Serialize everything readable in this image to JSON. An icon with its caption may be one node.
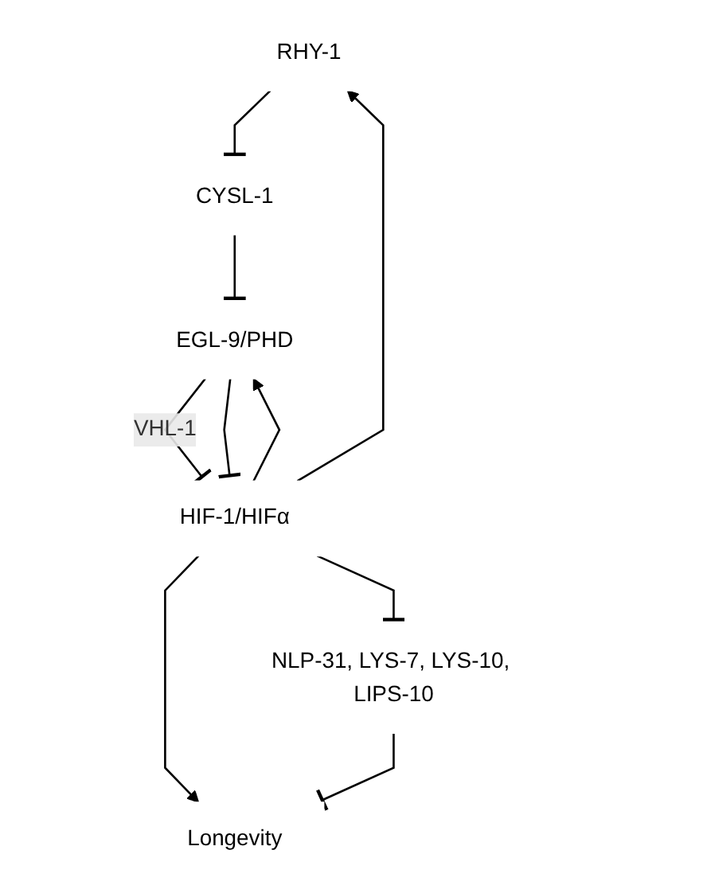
{
  "diagram": {
    "nodes": [
      {
        "text": [
          "RHY-1"
        ]
      },
      {
        "text": [
          "CYSL-1"
        ]
      },
      {
        "text": [
          "EGL-9/PHD"
        ]
      },
      {
        "text": [
          "HIF-1/HIFα"
        ]
      },
      {
        "text": [
          "NLP-31, LYS-7, LYS-10, LIPS-10"
        ]
      },
      {
        "text": [
          "Longevity"
        ]
      }
    ],
    "edges": [
      {
        "from": 0,
        "to": 1,
        "arrow": "other"
      },
      {
        "from": 1,
        "to": 2,
        "arrow": "other"
      },
      {
        "from": 2,
        "to": 3,
        "arrow": "other",
        "label": "VHL-1"
      },
      {
        "from": 2,
        "to": 3,
        "arrow": "other"
      },
      {
        "from": 3,
        "to": 0,
        "arrow": "to"
      },
      {
        "from": 3,
        "to": 2,
        "arrow": "to"
      },
      {
        "from": 3,
        "to": 5,
        "arrow": "to"
      },
      {
        "from": 3,
        "to": 4,
        "arrow": "other"
      },
      {
        "from": 4,
        "to": 5,
        "arrow": "other"
      }
    ]
  }
}
